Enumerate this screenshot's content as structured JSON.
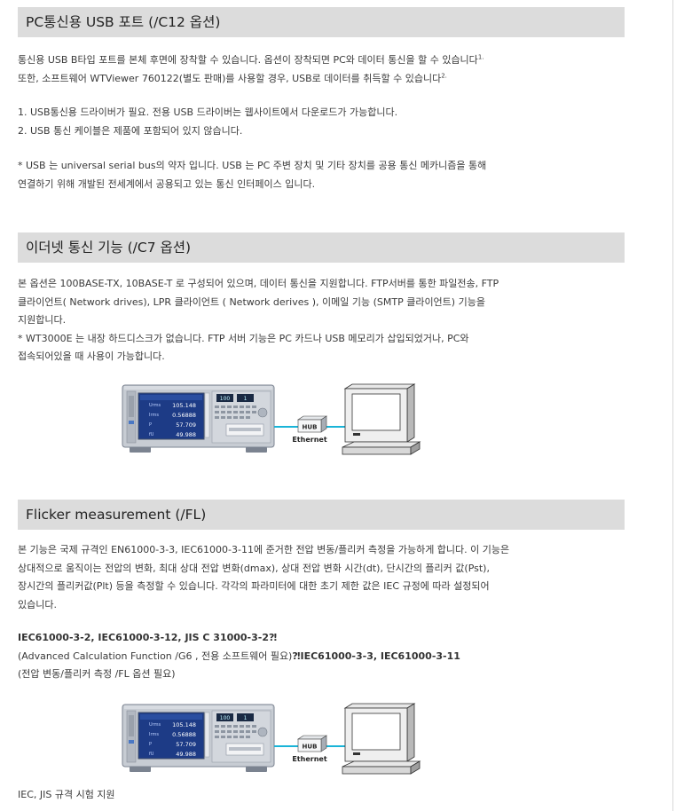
{
  "sections": [
    {
      "title": "PC통신용 USB 포트 (/C12 옵션)",
      "para1": [
        {
          "text": "통신용 USB B타입 포트를 본체 후면에 장착할 수 있습니다. 옵션이 장착되면 PC와 데이터 통신을 할 수 있습니다",
          "sup": "1."
        },
        {
          "text": "또한, 소프트웨어 WTViewer 760122(별도 판매)를 사용할 경우, USB로 데이터를 취득할 수 있습니다",
          "sup": "2."
        }
      ],
      "notes": [
        "1. USB통신용 드라이버가 필요. 전용 USB 드라이버는 웹사이트에서 다운로드가 가능합니다.",
        "2. USB 통신 케이블은 제품에 포함되어 있지 않습니다."
      ],
      "footnote": [
        "* USB 는 universal serial bus의 약자 입니다. USB 는 PC 주변 장치 및 기타 장치를 공용 통신 메카니즘을 통해",
        "연결하기 위해 개발된 전세계에서 공용되고 있는 통신 인터페이스 입니다."
      ]
    },
    {
      "title": "이더넷 통신 기능 (/C7 옵션)",
      "body": [
        "본 옵션은 100BASE-TX, 10BASE-T 로 구성되어 있으며, 데이터 통신을 지원합니다. FTP서버를 통한 파일전송, FTP",
        "클라이언트( Network drives), LPR 클라이언트 ( Network derives ), 이메일 기능 (SMTP 클라이언트) 기능을",
        "지원합니다.",
        "* WT3000E 는 내장 하드디스크가 없습니다. FTP 서버 기능은 PC 카드나 USB 메모리가 삽입되었거나, PC와",
        "접속되어있을 때 사용이 가능합니다."
      ],
      "diagram": {
        "screen_values": [
          "105.148",
          "0.56888",
          "57.709",
          "49.988"
        ],
        "panel_small": [
          "100",
          "1"
        ],
        "hub_label": "HUB",
        "ethernet_label": "Ethernet"
      }
    },
    {
      "title": "Flicker measurement (/FL)",
      "body": [
        "본 기능은 국제 규격인 EN61000-3-3, IEC61000-3-11에 준거한 전압 변동/플리커 측정을 가능하게 합니다. 이 기능은",
        "상대적으로 움직이는 전압의 변화, 최대 상대 전압 변화(dmax), 상대 전압 변화 시간(dt), 단시간의 플리커 값(Pst),",
        "장시간의 플리커값(Plt) 등을 측정할 수 있습니다. 각각의 파라미터에 대한 초기 제한 값은 IEC 규정에 따라 설정되어",
        "있습니다."
      ],
      "standards_line1": "IEC61000-3-2, IEC61000-3-12, JIS C 31000-3-2",
      "standards_line1_mark": "⁈",
      "standards_line2_plain": "(Advanced Calculation Function /G6 , 전용 소프트웨어 필요)",
      "standards_line2_mark": "⁈",
      "standards_line2_bold": "IEC61000-3-3, IEC61000-3-11",
      "standards_line3": "(전압 변동/플리커 측정 /FL 옵션 필요)",
      "diagram": {
        "screen_values": [
          "105.148",
          "0.56888",
          "57.709",
          "49.988"
        ],
        "panel_small": [
          "100",
          "1"
        ],
        "hub_label": "HUB",
        "ethernet_label": "Ethernet"
      },
      "caption": "IEC, JIS 규격 시험 지원"
    }
  ],
  "colors": {
    "header_bg": "#dcdcdc",
    "cable": "#19b4d8",
    "instrument_panel": "#c7ccd3",
    "instrument_screen": "#1d3b86"
  }
}
